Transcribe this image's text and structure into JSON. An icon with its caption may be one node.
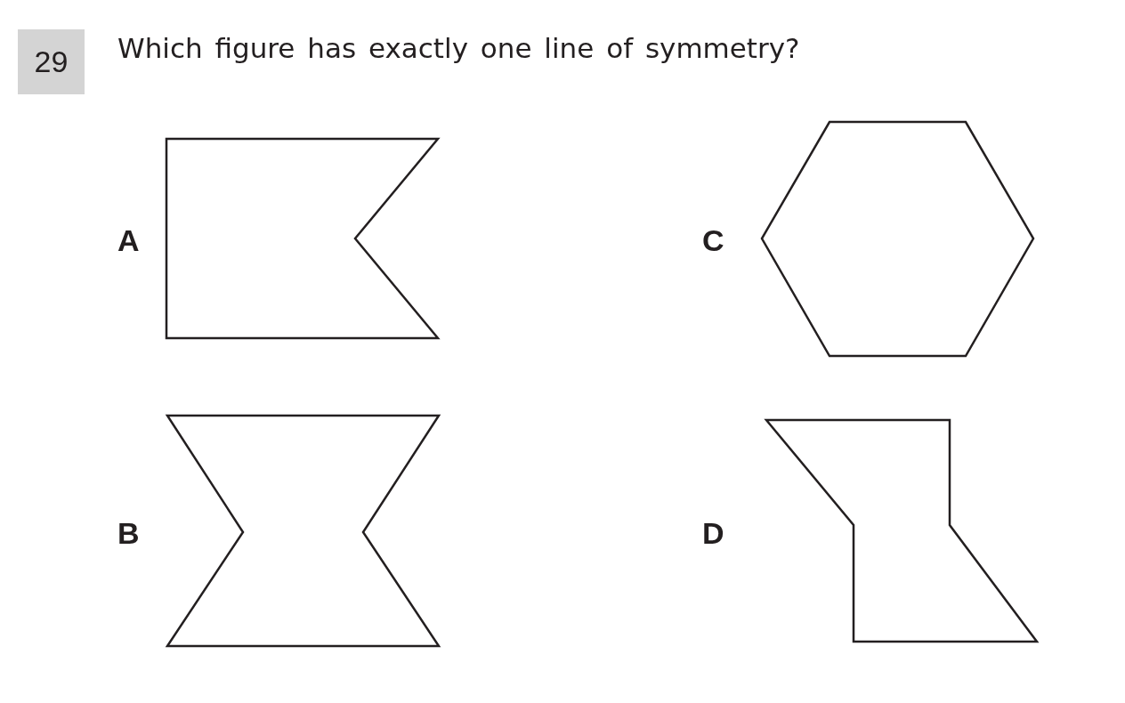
{
  "diagram": {
    "title": "Which figure has exactly one line of symmetry?",
    "nodes": [
      {
        "text": [],
        "shape": "pentagon"
      },
      {
        "text": [],
        "shape": "hexagon"
      },
      {
        "text": [],
        "shape": "hourglass"
      },
      {
        "text": [],
        "shape": "polygon"
      }
    ],
    "labels": [
      "29",
      "A",
      "C",
      "B",
      "D"
    ]
  }
}
